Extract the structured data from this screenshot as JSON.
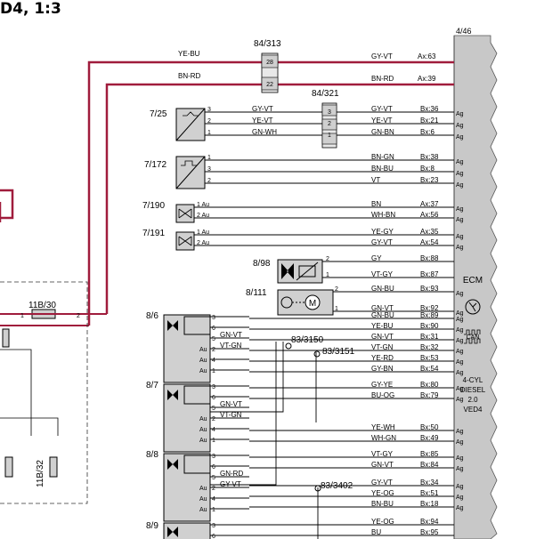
{
  "title": "D4, 1:3",
  "sheet_ref": "4/46",
  "top_connector": {
    "ref": "84/313",
    "pins": [
      "28",
      "22"
    ],
    "left_wires": [
      "YE-BU",
      "BN-RD"
    ],
    "right_wires": [
      "GY-VT",
      "BN-RD"
    ],
    "terminals": [
      "Ax:63",
      "Ax:39"
    ]
  },
  "mid_connector": {
    "ref": "84/321",
    "pins": [
      "3",
      "2",
      "1"
    ]
  },
  "fuse": {
    "ref": "11B/30",
    "pin_left": "1",
    "pin_right": "2"
  },
  "bottom_fuse": "11B/32",
  "components": {
    "c7_25": {
      "ref": "7/25",
      "pins": [
        "3",
        "2",
        "1"
      ],
      "wires": [
        "GY-VT",
        "YE-VT",
        "GN-WH"
      ],
      "ecm_wires": [
        "GY-VT",
        "YE-VT",
        "GN-BN"
      ],
      "terminals": [
        "Bx:36",
        "Bx:21",
        "Bx:6"
      ]
    },
    "c7_172": {
      "ref": "7/172",
      "pins": [
        "1",
        "3",
        "2"
      ],
      "ecm_wires": [
        "BN-GN",
        "BN-BU",
        "VT"
      ],
      "terminals": [
        "Bx:38",
        "Bx:8",
        "Bx:23"
      ]
    },
    "c7_190": {
      "ref": "7/190",
      "pins": [
        "1 Au",
        "2 Au"
      ],
      "ecm_wires": [
        "BN",
        "WH-BN"
      ],
      "terminals": [
        "Ax:37",
        "Ax:56"
      ]
    },
    "c7_191": {
      "ref": "7/191",
      "pins": [
        "1 Au",
        "2 Au"
      ],
      "ecm_wires": [
        "YE-GY",
        "GY-VT"
      ],
      "terminals": [
        "Ax:35",
        "Ax:54"
      ]
    },
    "c8_98": {
      "ref": "8/98",
      "pins": [
        "2",
        "1"
      ],
      "ecm_wires": [
        "GY",
        "VT-GY"
      ],
      "terminals": [
        "Bx:88",
        "Bx:87"
      ]
    },
    "c8_111": {
      "ref": "8/111",
      "pins": [
        "2",
        "1"
      ],
      "motor": "M",
      "ecm_wires": [
        "GN-BU",
        "GN-VT"
      ],
      "terminals": [
        "Bx:93",
        "Bx:92"
      ]
    },
    "c8_6": {
      "ref": "8/6",
      "pins": [
        "3",
        "6",
        "5",
        "2",
        "4",
        "1"
      ],
      "pin_tags": [
        "Au",
        "Au",
        "Au"
      ],
      "wires": [
        "GN-VT",
        "VT-GN"
      ],
      "ecm_wires": [
        "GN-BU",
        "YE-BU",
        "GN-VT",
        "VT-GN",
        "YE-RD",
        "GY-BN"
      ],
      "terminals": [
        "Bx:89",
        "Bx:90",
        "Bx:31",
        "Bx:32",
        "Bx:53",
        "Bx:54"
      ]
    },
    "c8_7": {
      "ref": "8/7",
      "pins": [
        "3",
        "6",
        "5",
        "2",
        "4",
        "1"
      ],
      "pin_tags": [
        "Au",
        "Au",
        "Au"
      ],
      "wires": [
        "GN-VT",
        "VT-GN"
      ],
      "ecm_wires": [
        "GY-YE",
        "BU-OG",
        "YE-WH",
        "WH-GN"
      ],
      "terminals": [
        "Bx:80",
        "Bx:79",
        "Bx:50",
        "Bx:49"
      ]
    },
    "c8_8": {
      "ref": "8/8",
      "pins": [
        "3",
        "6",
        "5",
        "2",
        "4",
        "1"
      ],
      "pin_tags": [
        "Au",
        "Au",
        "Au"
      ],
      "wires": [
        "GN-RD",
        "GY-VT"
      ],
      "ecm_wires": [
        "VT-GY",
        "GN-VT",
        "GY-VT",
        "YE-OG",
        "BN-BU"
      ],
      "terminals": [
        "Bx:85",
        "Bx:84",
        "Bx:34",
        "Bx:51",
        "Bx:18"
      ]
    },
    "c8_9": {
      "ref": "8/9",
      "pins": [
        "3",
        "6"
      ],
      "ecm_wires": [
        "YE-OG",
        "BU"
      ],
      "terminals": [
        "Bx:94",
        "Bx:95"
      ]
    }
  },
  "splices": [
    "83/3150",
    "83/3151",
    "83/3402"
  ],
  "ecm": {
    "name": "ECM",
    "can": "CAN",
    "engine_lines": [
      "4-CYL",
      "DIESEL",
      "2.0",
      "VED4"
    ],
    "pin_suffix": "Ag"
  },
  "colors": {
    "power_wire": "#a01c3c",
    "ecm_body": "#c8c8c8",
    "component_fill": "#d0d0d0",
    "wire": "#000000"
  }
}
